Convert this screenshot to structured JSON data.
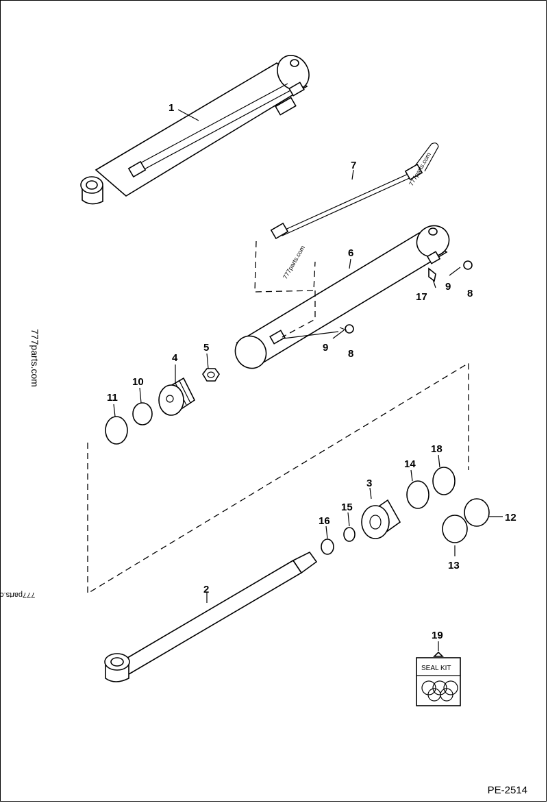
{
  "document": {
    "code": "PE-2514"
  },
  "watermarks": {
    "main": "777parts.com",
    "small": "777parts.com",
    "edge": "777parts.c"
  },
  "seal_kit": {
    "label": "SEAL KIT"
  },
  "callouts": [
    "1",
    "2",
    "3",
    "4",
    "5",
    "6",
    "7",
    "8",
    "9",
    "10",
    "11",
    "12",
    "13",
    "14",
    "15",
    "16",
    "17",
    "18",
    "19",
    "8",
    "9"
  ]
}
